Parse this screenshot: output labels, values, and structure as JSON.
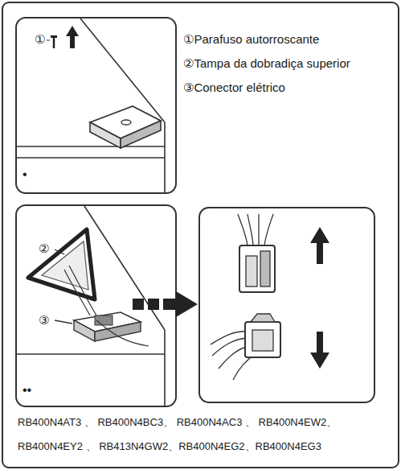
{
  "diagram": {
    "labels": [
      "①",
      "①Parafuso autorroscante",
      "②Tampa da dobradiça superior",
      "③Conector elétrico",
      "•",
      "②",
      "③",
      "••",
      "RB400N4AT3 、 RB400N4BC3、 RB400N4AC3 、 RB400N4EW2、",
      "RB400N4EY2 、 RB413N4GW2、RB400N4EG2、RB400N4EG3"
    ]
  }
}
